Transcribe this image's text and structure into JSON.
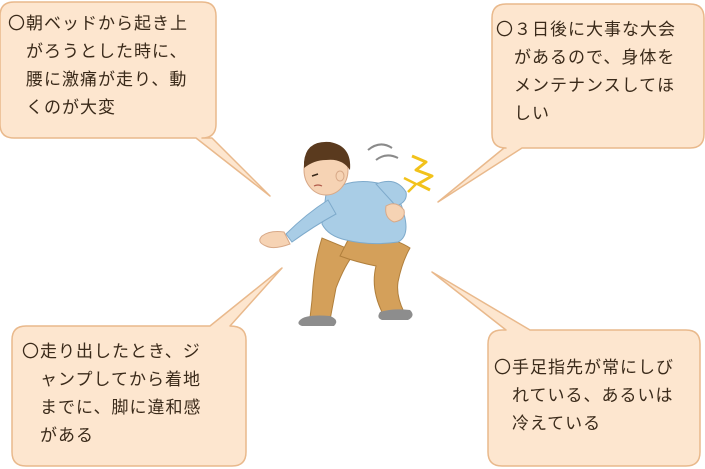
{
  "bubbles": {
    "top_left": {
      "marker": "〇",
      "lines": [
        "朝ベッドから起き上",
        "がろうとした時に、",
        "腰に激痛が走り、動",
        "くのが大変"
      ]
    },
    "top_right": {
      "marker": "〇",
      "lines": [
        "３日後に大事な大会",
        "があるので、身体を",
        "メンテナンスしてほ",
        "しい"
      ]
    },
    "bottom_left": {
      "marker": "〇",
      "lines": [
        "走り出したとき、ジ",
        "ャンプしてから着地",
        "までに、脚に違和感",
        "がある"
      ]
    },
    "bottom_right": {
      "marker": "〇",
      "lines": [
        "手足指先が常にしび",
        "れている、あるいは",
        "冷えている"
      ]
    }
  },
  "colors": {
    "bubble_fill": "#fde6cf",
    "bubble_stroke": "#e9b98c",
    "shirt": "#a9cde6",
    "pants": "#d4a05a",
    "hair": "#5a3a1e",
    "skin": "#f6d3b4",
    "pain_mark": "#f2c21b"
  }
}
